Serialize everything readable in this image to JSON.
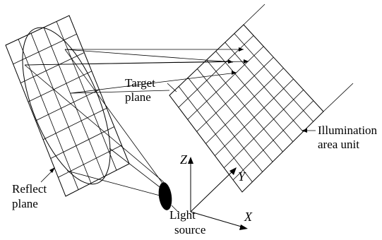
{
  "labels": {
    "target_plane": [
      "Target",
      "plane"
    ],
    "illumination_area_unit": [
      "Illumination",
      "area unit"
    ],
    "reflect_plane": [
      "Reflect",
      "plane"
    ],
    "light_source": [
      "Light",
      "source"
    ]
  },
  "axes": {
    "x": "X",
    "y": "Y",
    "z": "Z"
  },
  "grids": {
    "reflect_plane": {
      "cols": 5,
      "rows": 8
    },
    "target_plane": {
      "cols": 8,
      "rows": 8
    }
  }
}
